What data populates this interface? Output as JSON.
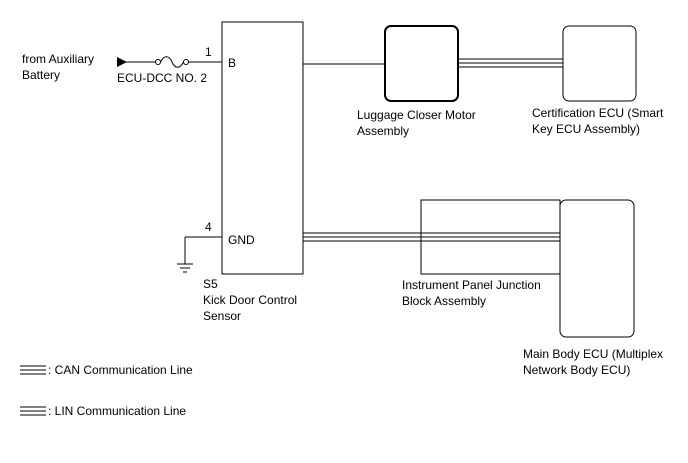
{
  "source": {
    "label_line1": "from Auxiliary",
    "label_line2": "Battery"
  },
  "fuse": {
    "label": "ECU-DCC NO. 2"
  },
  "sensor": {
    "pin_b_number": "1",
    "pin_b_name": "B",
    "pin_gnd_number": "4",
    "pin_gnd_name": "GND",
    "connector_code": "S5",
    "name_line1": "Kick Door Control",
    "name_line2": "Sensor"
  },
  "luggage_motor": {
    "name_line1": "Luggage Closer Motor",
    "name_line2": "Assembly"
  },
  "certification_ecu": {
    "name_line1": "Certification ECU (Smart",
    "name_line2": "Key ECU Assembly)"
  },
  "junction_block": {
    "name_line1": "Instrument Panel Junction",
    "name_line2": "Block Assembly"
  },
  "main_body_ecu": {
    "name_line1": "Main Body ECU (Multiplex",
    "name_line2": "Network Body ECU)"
  },
  "legend": {
    "can_label": ": CAN Communication Line",
    "lin_label": ": LIN Communication Line"
  }
}
